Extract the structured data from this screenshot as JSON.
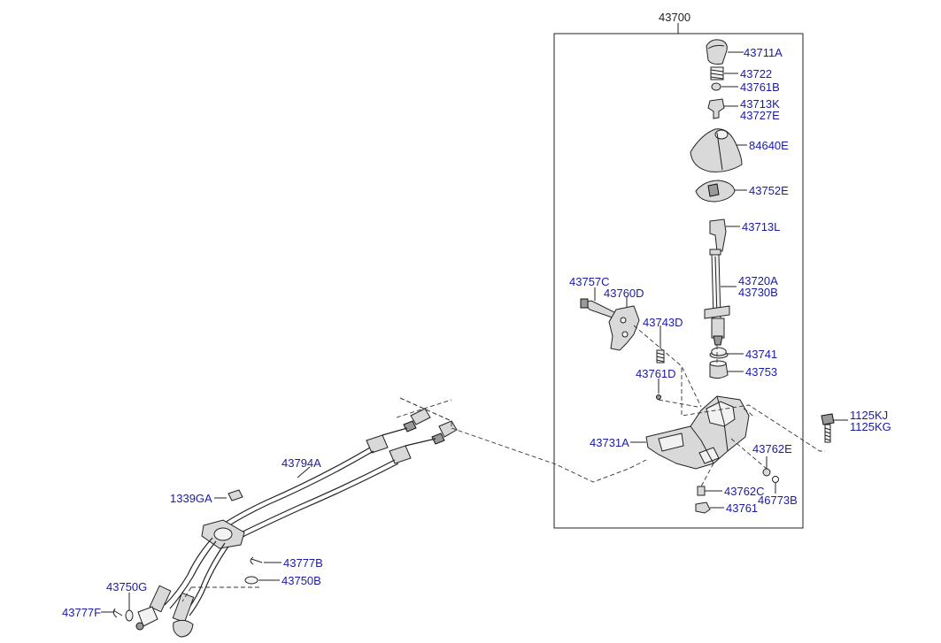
{
  "diagram": {
    "labels": {
      "assembly": "43700",
      "knob": "43711A",
      "spring": "43722",
      "nut_top": "43761B",
      "rod_top_a": "43713K",
      "rod_top_b": "43727E",
      "boot": "84640E",
      "indicator": "43752E",
      "lever_upper": "43713L",
      "lever_a": "43720A",
      "lever_b": "43730B",
      "bolt_bracket": "43757C",
      "bracket": "43760D",
      "spring_small": "43743D",
      "bushing": "43741",
      "pivot_cup": "43753",
      "nut_d": "43761D",
      "base": "43731A",
      "bolt_a": "1125KJ",
      "bolt_b": "1125KG",
      "bushing_e": "43762E",
      "bushing_c": "43762C",
      "clip": "46773B",
      "nut_bottom": "43761",
      "cable": "43794A",
      "grommet": "1339GA",
      "pin_b": "43777B",
      "washer_b": "43750B",
      "washer_g": "43750G",
      "pin_f": "43777F"
    }
  }
}
